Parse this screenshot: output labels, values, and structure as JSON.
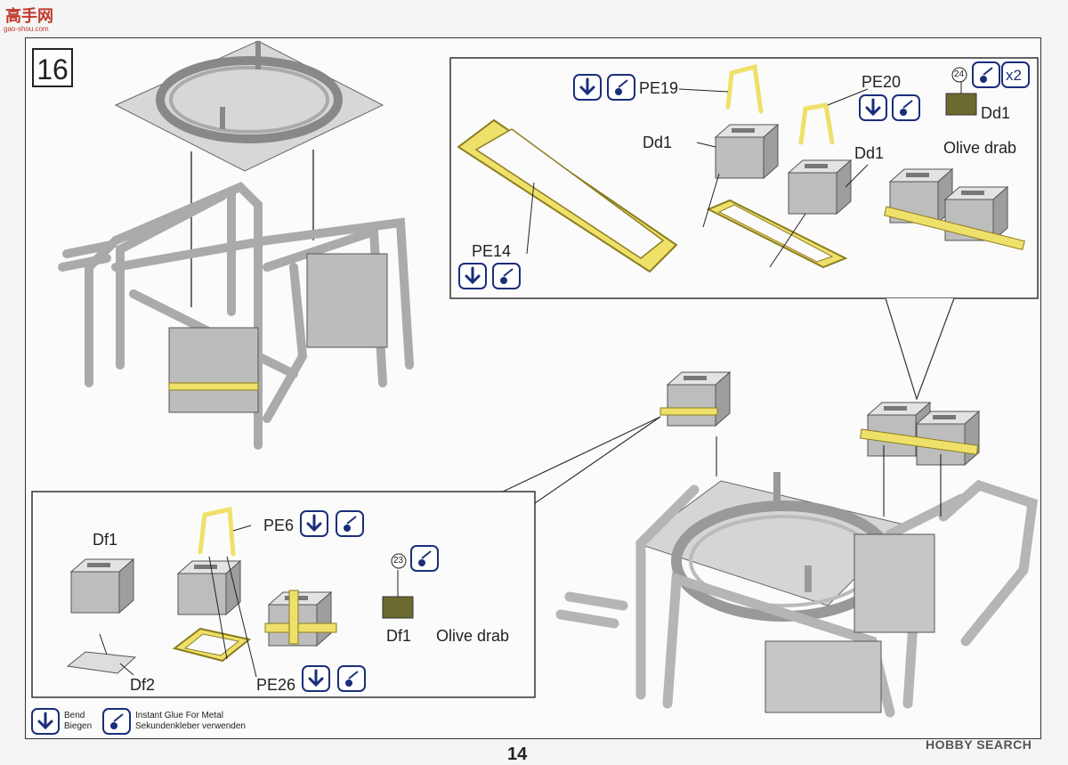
{
  "watermark": {
    "site": "高手网",
    "url": "gao-shou.com"
  },
  "step_number": "16",
  "top_inset": {
    "pe19": "PE19",
    "pe20": "PE20",
    "dd1_left": "Dd1",
    "dd1_right": "Dd1",
    "pe14": "PE14",
    "paint_number": "24",
    "multiplier": "x2",
    "paint_part": "Dd1",
    "paint_color": "Olive drab"
  },
  "bottom_inset": {
    "df1": "Df1",
    "df2": "Df2",
    "pe6": "PE6",
    "pe26": "PE26",
    "paint_number": "23",
    "paint_part": "Df1",
    "paint_color": "Olive drab"
  },
  "legend": {
    "bend_en": "Bend",
    "bend_de": "Biegen",
    "glue_en": "Instant Glue For Metal",
    "glue_de": "Sekundenkleber verwenden"
  },
  "page_number": "14",
  "source_watermark": "HOBBY SEARCH",
  "colors": {
    "photo_etch": "#efe06a",
    "part_grey": "#c9c9c9",
    "ink": "#222222",
    "icon_blue": "#1a2e7a",
    "olive": "#6b6a2f"
  },
  "icons": {
    "bend": "bend-arrow-icon",
    "glue": "glue-bottle-icon"
  }
}
